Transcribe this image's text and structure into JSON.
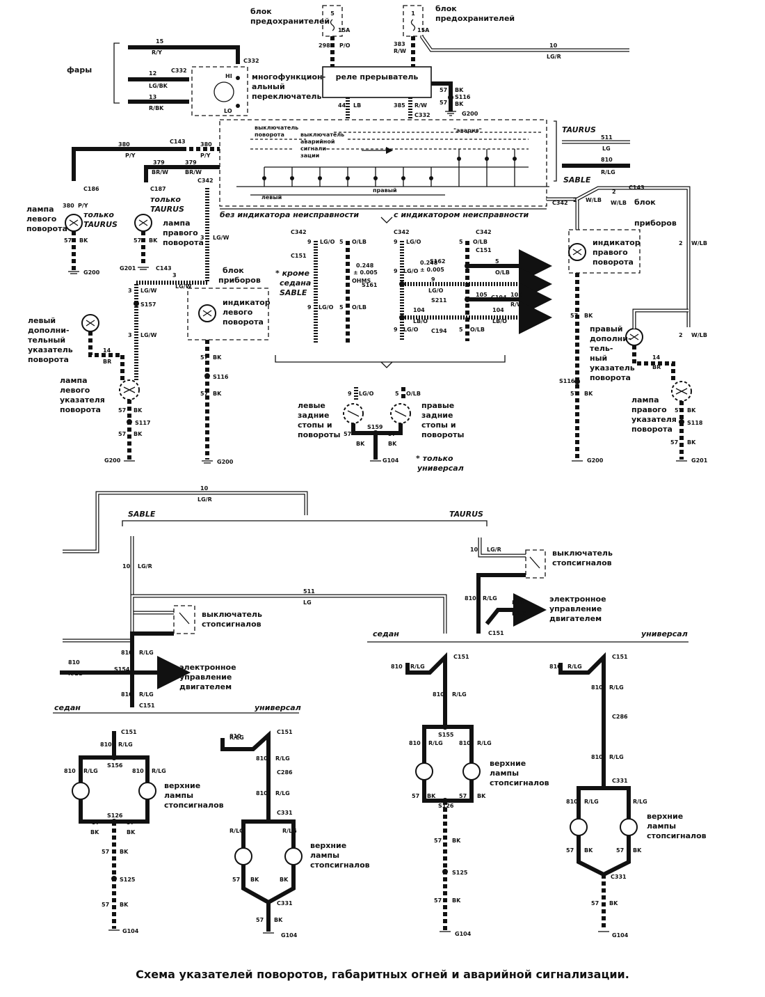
{
  "title": "Схема указателей поворотов, габаритных огней и аварийной сигнализации.",
  "components": {
    "fuse_block_left": {
      "label1": "блок",
      "label2": "предохранителей",
      "fuse": "5",
      "amps": "15A",
      "wire": "298",
      "color": "P/O"
    },
    "fuse_block_right": {
      "label1": "блок",
      "label2": "предохранителей",
      "fuse": "1",
      "amps": "15A",
      "wire": "383",
      "color": "R/W"
    },
    "flasher": "реле прерыватель",
    "headlights": "фары",
    "multifunction_switch": [
      "многофункцион-",
      "альный",
      "переключатель"
    ],
    "turn_switch": [
      "выключатель",
      "поворота"
    ],
    "hazard_switch": [
      "выключатель",
      "аварийной",
      "сигнали-",
      "зации"
    ],
    "hazard_label": "\"авария\"",
    "left_label": "левый",
    "right_label": "правый",
    "no_indicator": "без индикатора неисправности",
    "with_indicator": "с индикатором неисправности",
    "taurus": "TAURUS",
    "sable": "SABLE",
    "only_taurus": [
      "только",
      "TAURUS"
    ],
    "left_turn_lamp": [
      "лампа",
      "левого",
      "поворота"
    ],
    "right_turn_lamp": [
      "лампа",
      "правого",
      "поворота"
    ],
    "instrument_cluster": [
      "блок",
      "приборов"
    ],
    "left_indicator": [
      "индикатор",
      "левого",
      "поворота"
    ],
    "right_indicator": [
      "индикатор",
      "правого",
      "поворота"
    ],
    "left_aux_indicator": [
      "левый",
      "дополни-",
      "тельный",
      "указатель",
      "поворота"
    ],
    "right_aux_indicator": [
      "правый",
      "дополни-",
      "тель-",
      "ный",
      "указатель",
      "поворота"
    ],
    "left_indicator_lamp": [
      "лампа",
      "левого",
      "указателя",
      "поворота"
    ],
    "right_indicator_lamp": [
      "лампа",
      "правого",
      "указателя",
      "поворота"
    ],
    "except_sedan": [
      "* кроме",
      "седана",
      "SABLE"
    ],
    "ohms": [
      "0.248",
      "± 0.005",
      "OHMS"
    ],
    "left_rear": [
      "левые",
      "задние",
      "стопы и",
      "повороты"
    ],
    "right_rear": [
      "правые",
      "задние",
      "стопы и",
      "повороты"
    ],
    "only_wagon": [
      "* только",
      "универсал"
    ],
    "brake_switch": [
      "выключатель",
      "стопсигналов"
    ],
    "ecu": [
      "электронное",
      "управление",
      "двигателем"
    ],
    "sedan": "седан",
    "wagon": "универсал",
    "upper_brake_lamps": [
      "верхние",
      "лампы",
      "стопсигналов"
    ]
  },
  "connectors": [
    "C332",
    "C143",
    "C186",
    "C187",
    "C342",
    "C151",
    "C194",
    "C286",
    "C331"
  ],
  "splices": [
    "S116",
    "S157",
    "S117",
    "S118",
    "S154",
    "S155",
    "S156",
    "S125",
    "S126",
    "S159",
    "S161",
    "S162",
    "S211"
  ],
  "grounds": [
    "G200",
    "G201",
    "G104"
  ],
  "wires": {
    "w15": {
      "num": "15",
      "color": "R/Y"
    },
    "w12": {
      "num": "12",
      "color": "LG/BK"
    },
    "w13": {
      "num": "13",
      "color": "R/BK"
    },
    "w10": {
      "num": "10",
      "color": "LG/R"
    },
    "w44": {
      "num": "44",
      "color": "LB"
    },
    "w385": {
      "num": "385",
      "color": "R/W"
    },
    "w57": {
      "num": "57",
      "color": "BK"
    },
    "w380": {
      "num": "380",
      "color": "P/Y"
    },
    "w379": {
      "num": "379",
      "color": "BR/W"
    },
    "w3": {
      "num": "3",
      "color": "LG/W"
    },
    "w2": {
      "num": "2",
      "color": "W/LB"
    },
    "w14": {
      "num": "14",
      "color": "BR"
    },
    "w511": {
      "num": "511",
      "color": "LG"
    },
    "w810": {
      "num": "810",
      "color": "R/LG"
    },
    "w9": {
      "num": "9",
      "color": "LG/O"
    },
    "w5": {
      "num": "5",
      "color": "O/LB"
    },
    "w104": {
      "num": "104",
      "color": "LB/O"
    },
    "w105": {
      "num": "105",
      "color": "R/W"
    }
  },
  "switch_labels": {
    "hi": "HI",
    "lo": "LO"
  }
}
